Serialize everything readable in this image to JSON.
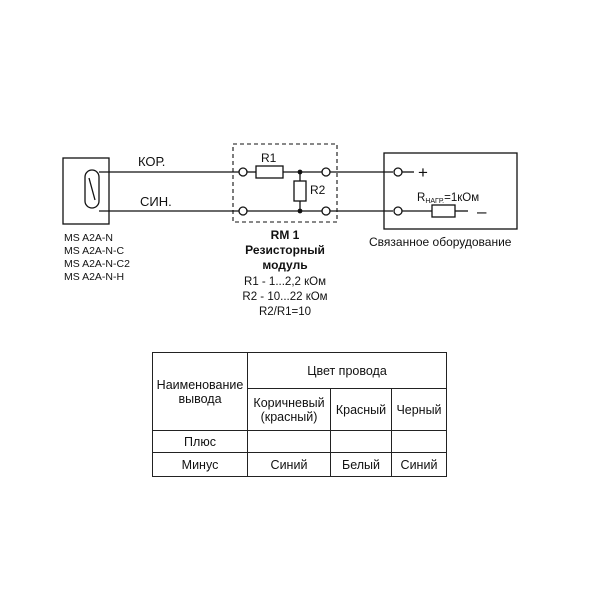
{
  "diagram": {
    "sensor": {
      "models": [
        "MS A2A-N",
        "MS A2A-N-C",
        "MS A2A-N-C2",
        "MS A2A-N-H"
      ]
    },
    "wires": {
      "top_label": "КОР.",
      "bottom_label": "СИН."
    },
    "resistor_module": {
      "r1_label": "R1",
      "r2_label": "R2",
      "name": "RM 1",
      "title_line1": "Резисторный",
      "title_line2": "модуль",
      "spec_r1": "R1 - 1...2,2 кОм",
      "spec_r2": "R2 - 10...22 кОм",
      "ratio": "R2/R1=10"
    },
    "equipment": {
      "plus": "+",
      "minus": "–",
      "load_r": "R",
      "load_sub": "НАГР.",
      "load_value": "=1кОм",
      "caption": "Связанное оборудование"
    }
  },
  "table": {
    "header_col1_line1": "Наименование",
    "header_col1_line2": "вывода",
    "header_group": "Цвет провода",
    "subheaders": [
      {
        "line1": "Коричневый",
        "line2": "(красный)"
      },
      {
        "line1": "Красный",
        "line2": ""
      },
      {
        "line1": "Черный",
        "line2": ""
      }
    ],
    "rows": [
      {
        "name": "Плюс",
        "cells": []
      },
      {
        "name": "Минус",
        "cells": [
          "Синий",
          "Белый",
          "Синий"
        ]
      }
    ]
  }
}
